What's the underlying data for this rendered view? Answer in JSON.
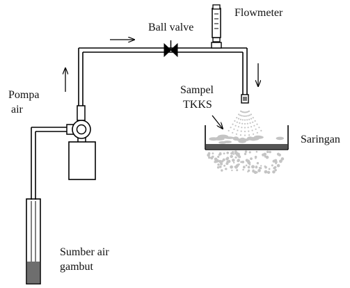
{
  "diagram": {
    "labels": {
      "ball_valve": "Ball valve",
      "flowmeter": "Flowmeter",
      "pompa_line1": "Pompa",
      "pompa_line2": "air",
      "sampel_line1": "Sampel",
      "sampel_line2": "TKKS",
      "saringan": "Saringan",
      "sumber_line1": "Sumber air",
      "sumber_line2": "gambut"
    },
    "colors": {
      "line": "#000000",
      "droplet": "#c4c4c4",
      "bed": "#555555",
      "tube_fill": "#6e6e6e"
    }
  }
}
